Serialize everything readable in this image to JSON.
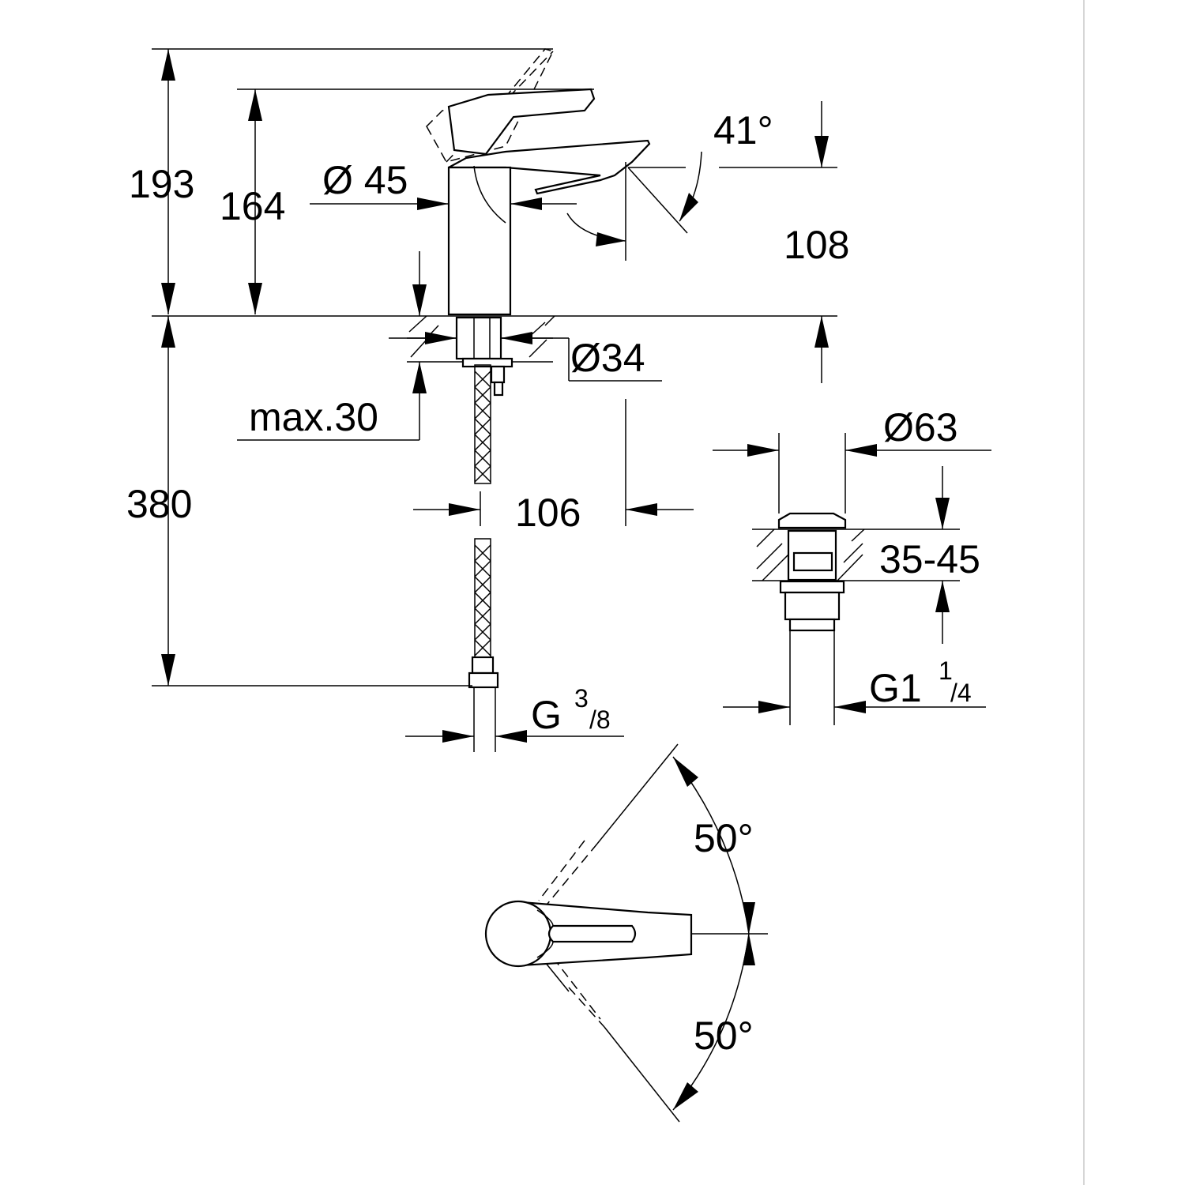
{
  "drawing": {
    "frame_color": "#d6d6d6",
    "line_color": "#000000",
    "dimensions": {
      "height_lever_open": "193",
      "height_spout": "164",
      "spout_diameter": "Ø 45",
      "lever_angle": "41°",
      "spout_height_right": "108",
      "hole_diameter": "Ø34",
      "max_thickness": "max.30",
      "hose_length": "380",
      "projection": "106",
      "hose_thread_main": "G",
      "hose_thread_num": "3",
      "hose_thread_den": "/8",
      "waste_diameter": "Ø63",
      "waste_range": "35-45",
      "waste_thread_main": "G1",
      "waste_thread_num": "1",
      "waste_thread_den": "/4",
      "angle_top": "50°",
      "angle_bottom": "50°"
    }
  }
}
